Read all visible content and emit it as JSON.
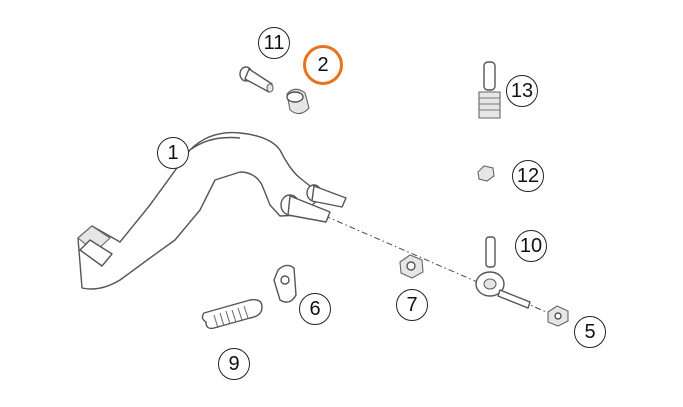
{
  "diagram": {
    "callouts": [
      {
        "id": "c1",
        "label": "1"
      },
      {
        "id": "c2",
        "label": "2",
        "highlight": true
      },
      {
        "id": "c5",
        "label": "5"
      },
      {
        "id": "c6",
        "label": "6"
      },
      {
        "id": "c7",
        "label": "7"
      },
      {
        "id": "c9",
        "label": "9"
      },
      {
        "id": "c10",
        "label": "10"
      },
      {
        "id": "c11",
        "label": "11"
      },
      {
        "id": "c12",
        "label": "12"
      },
      {
        "id": "c13",
        "label": "13"
      }
    ],
    "colors": {
      "highlight": "#e8731c",
      "line": "#555555"
    }
  }
}
